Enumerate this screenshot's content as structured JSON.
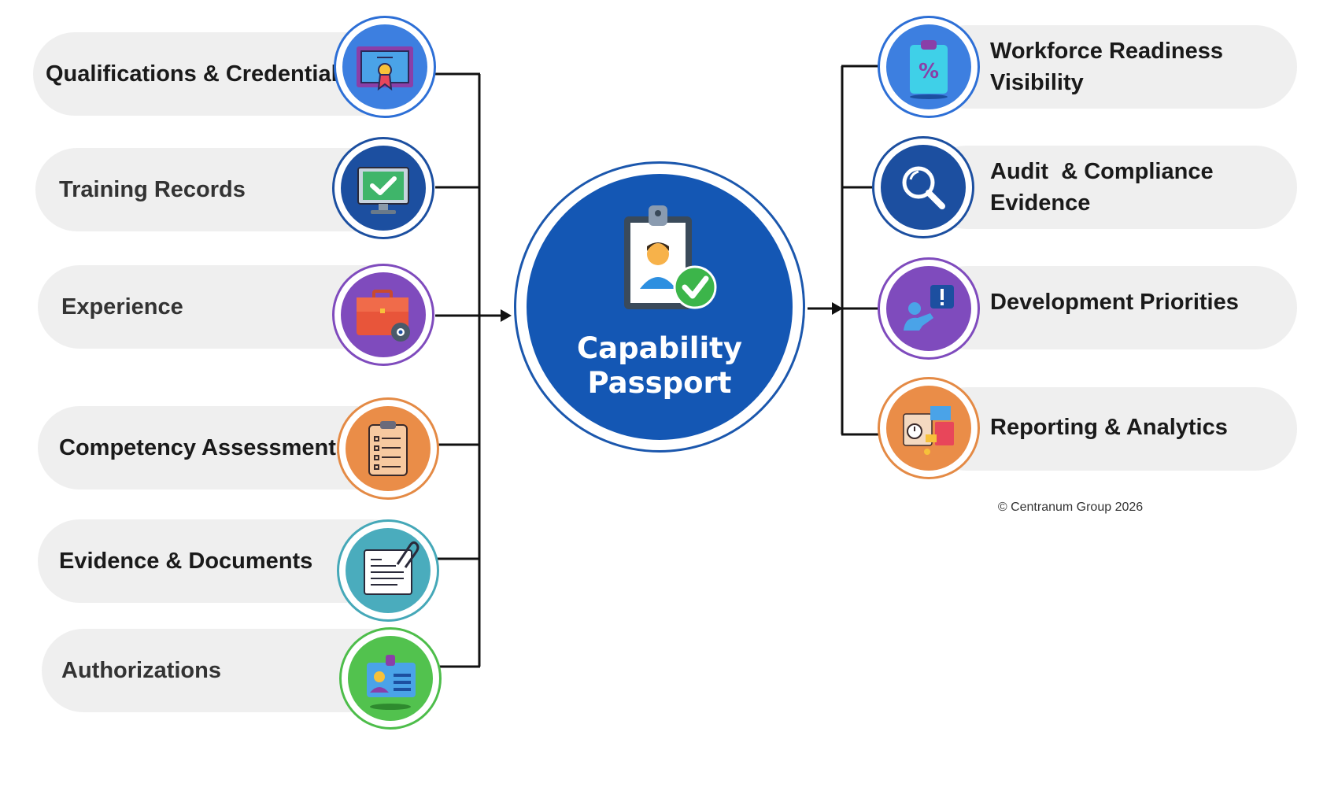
{
  "hub": {
    "title_line1": "Capability",
    "title_line2": "Passport",
    "color": "#1457b4"
  },
  "inputs": [
    {
      "label": "Qualifications & Credentials",
      "icon": "certificate-icon",
      "ring_color": "#2d6fd6"
    },
    {
      "label": "Training Records",
      "icon": "monitor-check-icon",
      "ring_color": "#1c4fa0"
    },
    {
      "label": "Experience",
      "icon": "briefcase-gear-icon",
      "ring_color": "#7f4bbd"
    },
    {
      "label": "Competency Assessments",
      "icon": "clipboard-checklist-icon",
      "ring_color": "#e48a45"
    },
    {
      "label": "Evidence & Documents",
      "icon": "document-paperclip-icon",
      "ring_color": "#45a8b8"
    },
    {
      "label": "Authorizations",
      "icon": "id-badge-icon",
      "ring_color": "#4dbd4a"
    }
  ],
  "outputs": [
    {
      "line1": "Workforce Readiness",
      "line2": "Visibility",
      "icon": "clipboard-percent-icon",
      "ring_color": "#2d6fd6"
    },
    {
      "line1": "Audit  & Compliance",
      "line2": "Evidence",
      "icon": "magnifier-icon",
      "ring_color": "#1c4fa0"
    },
    {
      "line1": "Development Priorities",
      "line2": "",
      "icon": "person-alert-icon",
      "ring_color": "#7f4bbd"
    },
    {
      "line1": "Reporting & Analytics",
      "line2": "",
      "icon": "reports-icon",
      "ring_color": "#e48a45"
    }
  ],
  "footer": {
    "copyright": "© Centranum Group 2026"
  }
}
